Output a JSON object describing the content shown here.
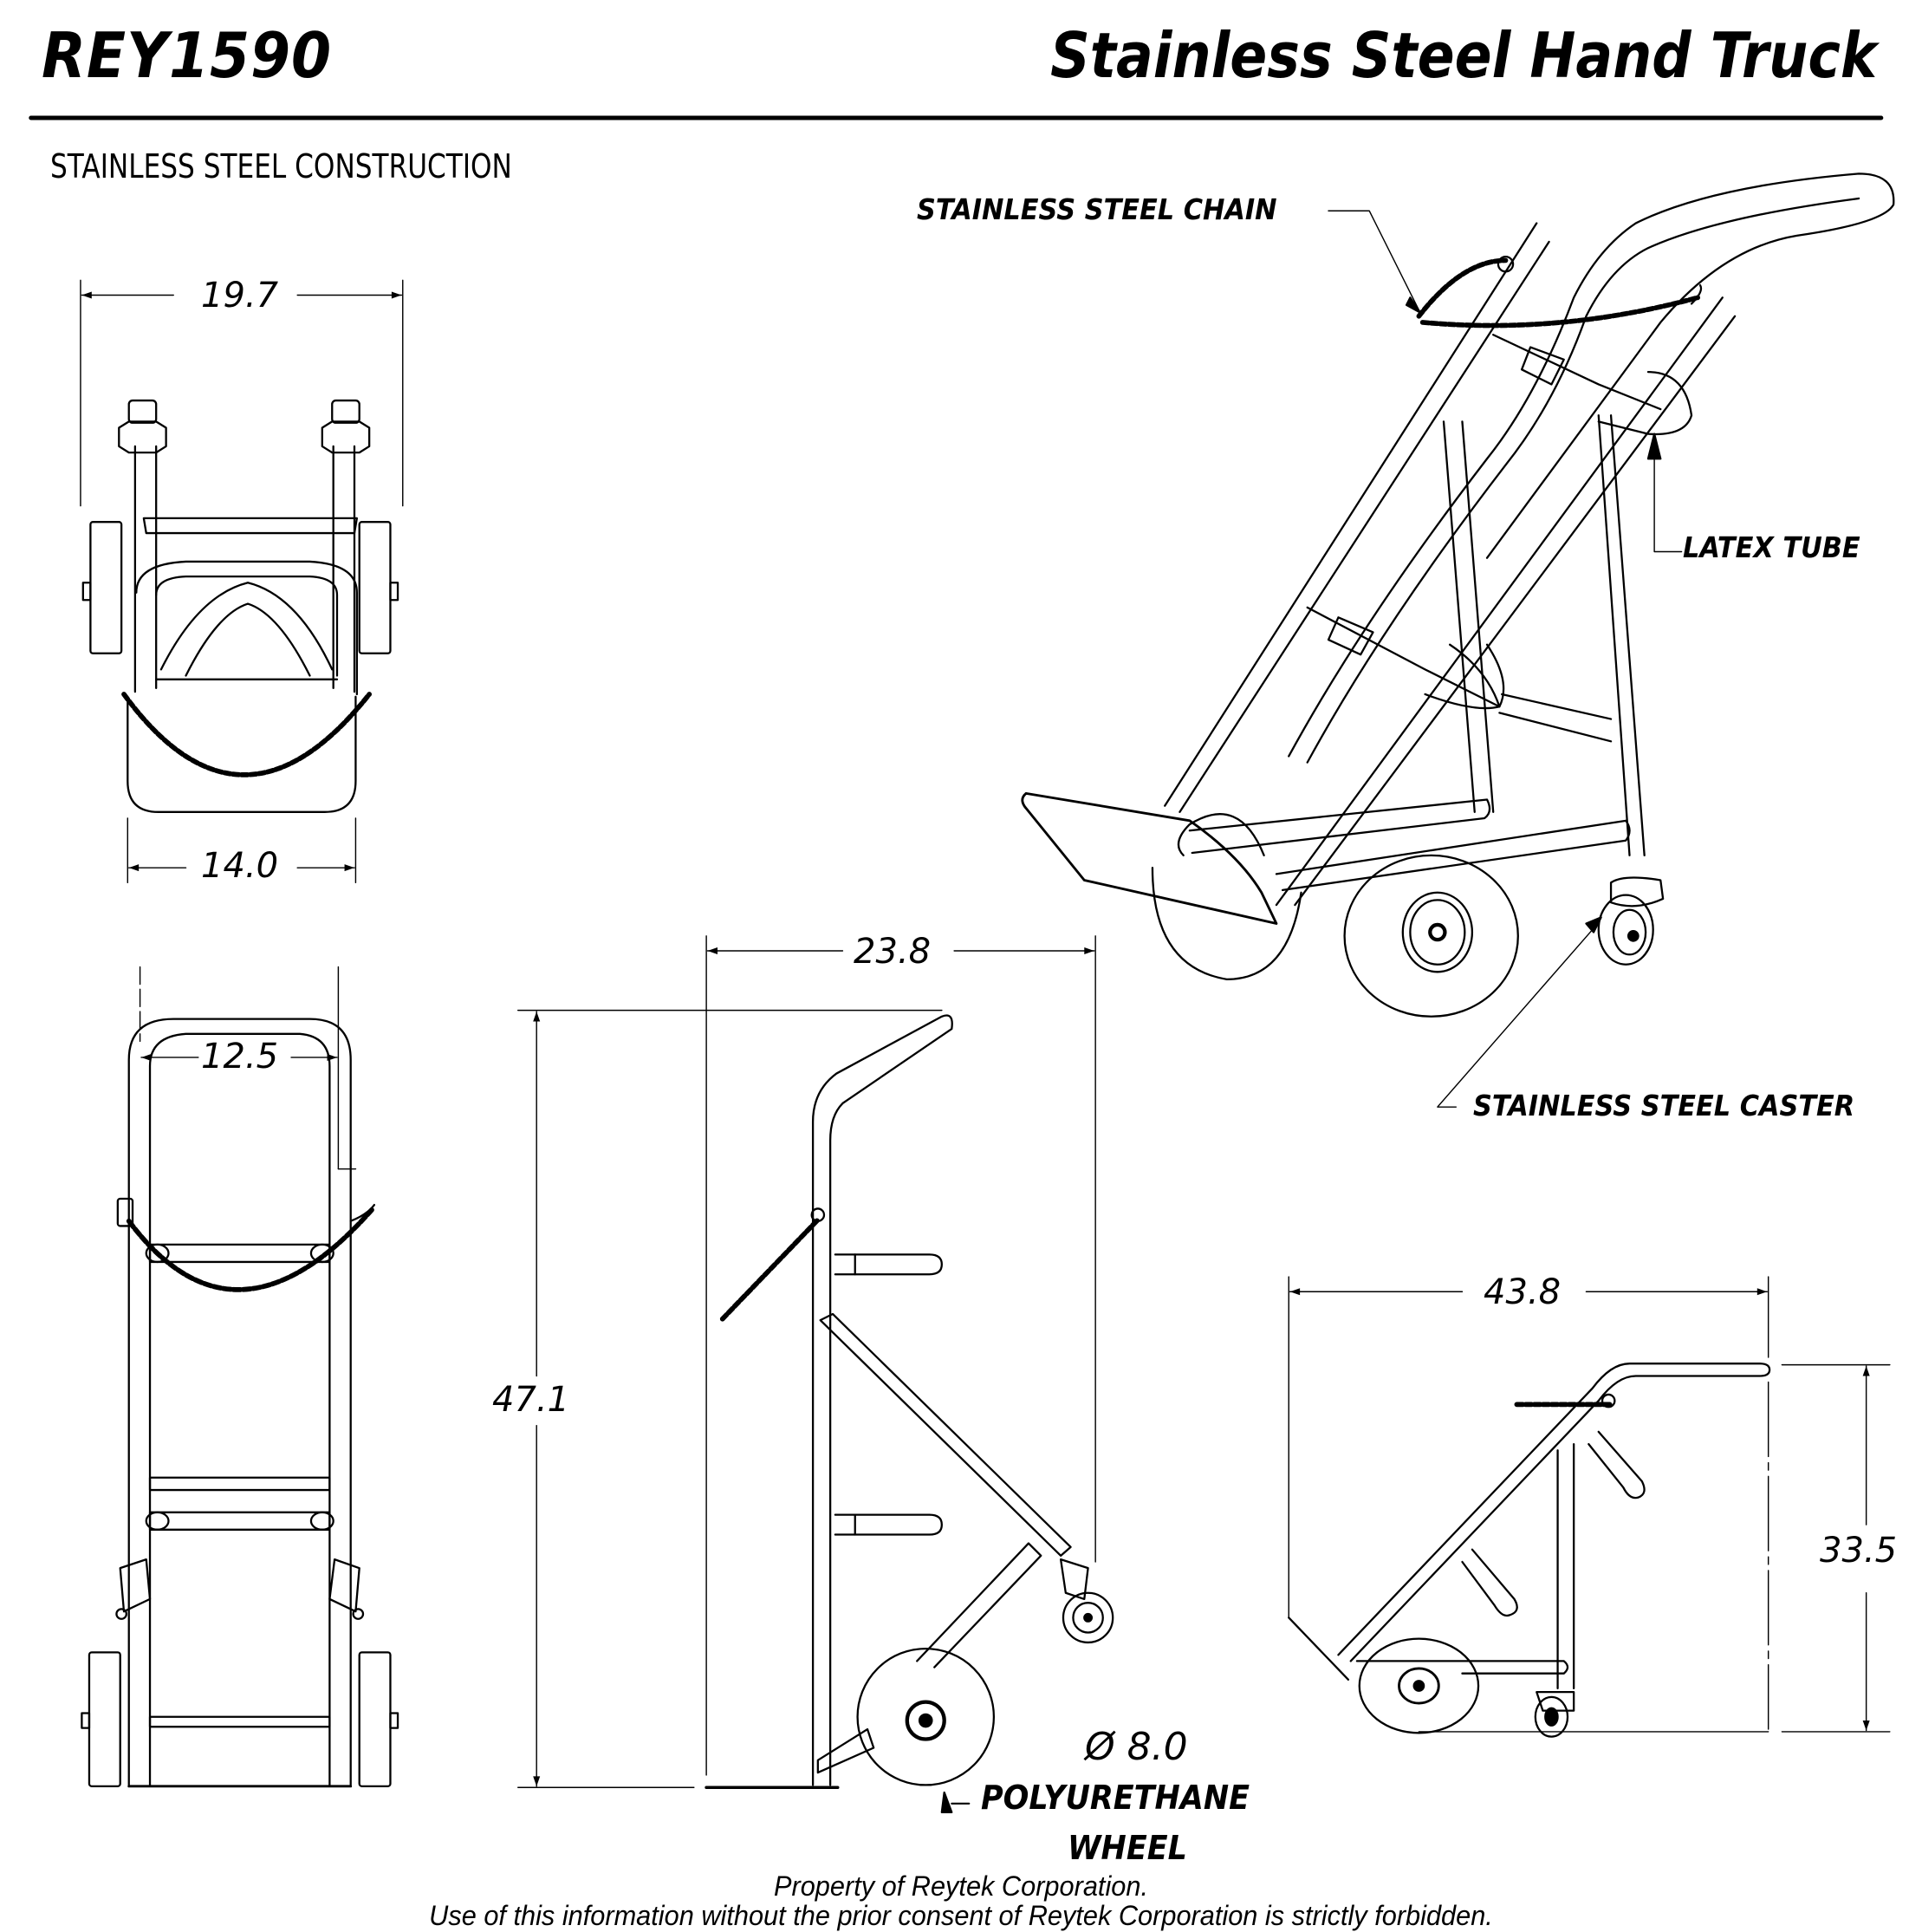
{
  "header": {
    "part_number": "REY1590",
    "title": "Stainless Steel Hand Truck",
    "subtitle": "STAINLESS STEEL CONSTRUCTION"
  },
  "callouts": {
    "chain": "STAINLESS STEEL CHAIN",
    "latex_tube": "LATEX TUBE",
    "caster": "STAINLESS STEEL CASTER",
    "wheel_diameter": "Ø 8.0",
    "wheel_material_line1": "POLYURETHANE",
    "wheel_material_line2": "WHEEL"
  },
  "dimensions": {
    "top_view_overall_width": "19.7",
    "top_view_nose_plate_width": "14.0",
    "front_view_inner_width": "12.5",
    "side_view_depth": "23.8",
    "side_view_height": "47.1",
    "tilted_view_length": "43.8",
    "tilted_view_height": "33.5"
  },
  "views": [
    "top-view",
    "front-view",
    "side-view",
    "isometric-view",
    "tilted-side-view"
  ],
  "footer": {
    "line1": "Property of Reytek Corporation.",
    "line2": "Use of this information without the prior consent of Reytek Corporation is strictly forbidden."
  }
}
